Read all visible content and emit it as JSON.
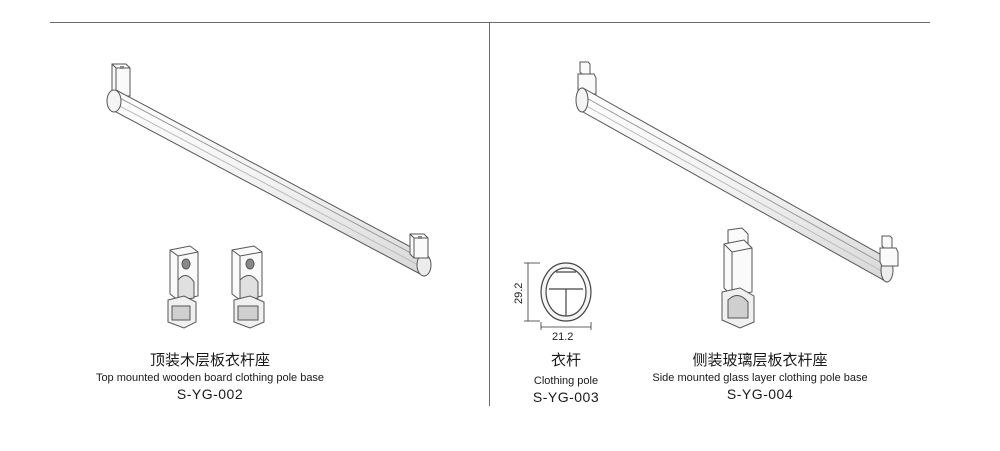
{
  "products": [
    {
      "name_zh": "顶装木层板衣杆座",
      "name_en": "Top mounted wooden board clothing pole base",
      "code": "S-YG-002"
    },
    {
      "name_zh": "衣杆",
      "name_en": "Clothing pole",
      "code": "S-YG-003",
      "dimensions": {
        "height": "29.2",
        "width": "21.2"
      }
    },
    {
      "name_zh": "侧装玻璃层板衣杆座",
      "name_en": "Side mounted glass layer clothing pole base",
      "code": "S-YG-004"
    }
  ]
}
